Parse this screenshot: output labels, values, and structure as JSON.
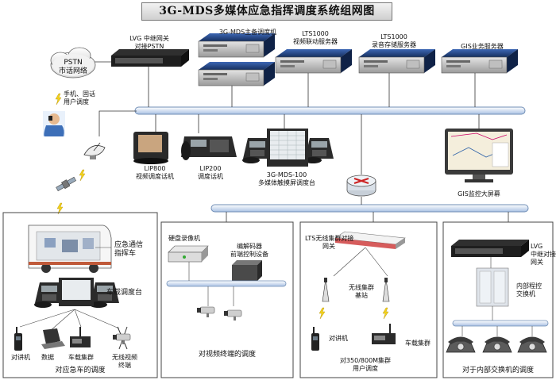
{
  "title": "3G-MDS多媒体应急指挥调度系统组网图",
  "labels": {
    "lvg_gateway": [
      "LVG 中继网关",
      "对接PSTN"
    ],
    "main_backup": "3G-MDS主备调度机",
    "lts_video": [
      "LTS1000",
      "视频联动服务器"
    ],
    "lts_record": [
      "LTS1000",
      "录音存储服务器"
    ],
    "gis_server": "GIS业务服务器",
    "pstn": [
      "PSTN",
      "市话网络"
    ],
    "mobile_users": [
      "手机、固话",
      "用户调度"
    ],
    "lip800": [
      "LIP800",
      "视频调度话机"
    ],
    "lip200": [
      "LIP200",
      "调度话机"
    ],
    "touch_console": [
      "3G-MDS-100",
      "多媒体触摸屏调度台"
    ],
    "gis_screen": "GIS监控大屏幕",
    "emergency_vehicle": [
      "应急通信",
      "指挥车"
    ],
    "vehicle_console": "车载调度台",
    "walkie": "对讲机",
    "data": "数据",
    "vehicle_trunk": "车载集群",
    "wireless_video": [
      "无线视频",
      "终端"
    ],
    "panel1_caption": "对应急车的调度",
    "hdd_recorder": "硬盘录像机",
    "codec": [
      "编解码器",
      "前端控制设备"
    ],
    "panel2_caption": "对视频终端的调度",
    "lts_wireless": [
      "LTS无线集群对接",
      "网关"
    ],
    "wireless_bs": [
      "无线集群",
      "基站"
    ],
    "walkie2": "对讲机",
    "vehicle_trunk2": "车载集群",
    "panel3_caption": [
      "对350/800M集群",
      "用户调度"
    ],
    "lvg_relay": [
      "LVG",
      "中继对接",
      "网关"
    ],
    "internal_pbx": [
      "内部程控",
      "交换机"
    ],
    "panel4_caption": "对于内部交换机的调度"
  },
  "colors": {
    "bus": "#dfe9f7",
    "bus_border": "#6f8db5",
    "server_blue": "#1d3d7a",
    "lightning": "#f3d21b",
    "panel_border": "#444444"
  }
}
